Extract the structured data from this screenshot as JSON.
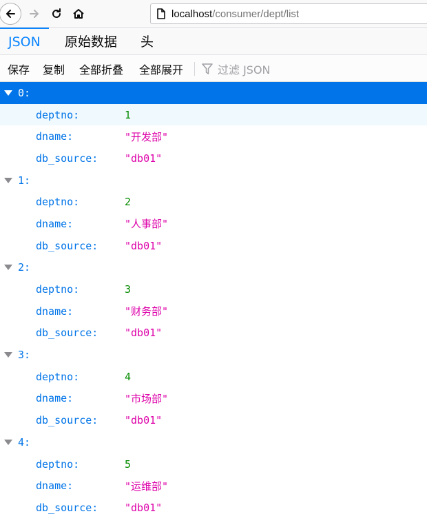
{
  "browser": {
    "url_host": "localhost",
    "url_path": "/consumer/dept/list"
  },
  "tabs": [
    {
      "label": "JSON",
      "active": true
    },
    {
      "label": "原始数据",
      "active": false
    },
    {
      "label": "头",
      "active": false
    }
  ],
  "toolbar": {
    "save_label": "保存",
    "copy_label": "复制",
    "collapse_all_label": "全部折叠",
    "expand_all_label": "全部展开",
    "filter_placeholder": "过滤 JSON"
  },
  "records": [
    {
      "index": "0:",
      "fields": [
        {
          "key": "deptno:",
          "value": "1",
          "type": "number"
        },
        {
          "key": "dname:",
          "value": "\"开发部\"",
          "type": "string"
        },
        {
          "key": "db_source:",
          "value": "\"db01\"",
          "type": "string"
        }
      ]
    },
    {
      "index": "1:",
      "fields": [
        {
          "key": "deptno:",
          "value": "2",
          "type": "number"
        },
        {
          "key": "dname:",
          "value": "\"人事部\"",
          "type": "string"
        },
        {
          "key": "db_source:",
          "value": "\"db01\"",
          "type": "string"
        }
      ]
    },
    {
      "index": "2:",
      "fields": [
        {
          "key": "deptno:",
          "value": "3",
          "type": "number"
        },
        {
          "key": "dname:",
          "value": "\"财务部\"",
          "type": "string"
        },
        {
          "key": "db_source:",
          "value": "\"db01\"",
          "type": "string"
        }
      ]
    },
    {
      "index": "3:",
      "fields": [
        {
          "key": "deptno:",
          "value": "4",
          "type": "number"
        },
        {
          "key": "dname:",
          "value": "\"市场部\"",
          "type": "string"
        },
        {
          "key": "db_source:",
          "value": "\"db01\"",
          "type": "string"
        }
      ]
    },
    {
      "index": "4:",
      "fields": [
        {
          "key": "deptno:",
          "value": "5",
          "type": "number"
        },
        {
          "key": "dname:",
          "value": "\"运维部\"",
          "type": "string"
        },
        {
          "key": "db_source:",
          "value": "\"db01\"",
          "type": "string"
        }
      ]
    }
  ],
  "icons": {
    "back": "back-arrow-icon",
    "forward": "forward-arrow-icon",
    "reload": "reload-icon",
    "home": "home-icon",
    "page": "page-icon",
    "filter": "filter-funnel-icon",
    "twisty": "expand-triangle-icon"
  },
  "colors": {
    "accent": "#0a84ff",
    "selected_row": "#0074e8",
    "key": "#0074e8",
    "number": "#058b00",
    "string": "#dd00a9"
  }
}
